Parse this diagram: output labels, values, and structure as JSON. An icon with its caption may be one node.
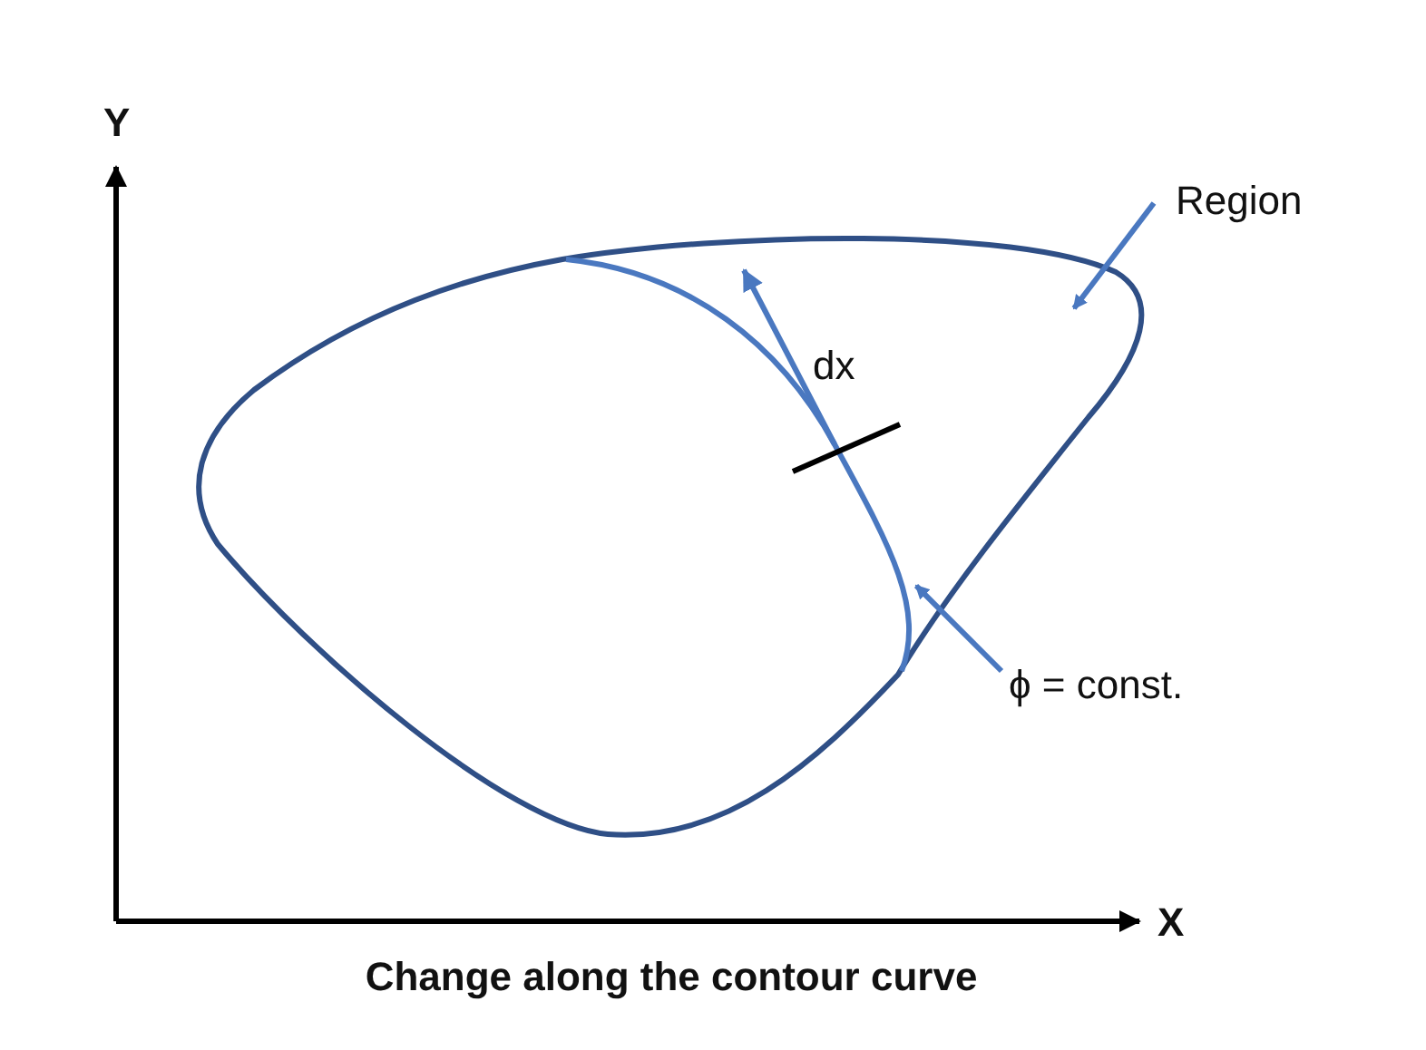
{
  "diagram": {
    "caption": "Change along the contour curve",
    "nodes": [
      {
        "text": [
          "Region"
        ]
      },
      {
        "text": [],
        "shape": "blob"
      },
      {
        "text": [
          "ϕ = const."
        ]
      },
      {
        "text": [],
        "shape": "curve",
        "in": 1
      }
    ],
    "edges": [
      {
        "from": 0,
        "to": 1,
        "arrow": "to"
      },
      {
        "from": 2,
        "to": 3,
        "arrow": "to"
      }
    ],
    "labels": [
      "Y",
      "X",
      "dx"
    ]
  }
}
